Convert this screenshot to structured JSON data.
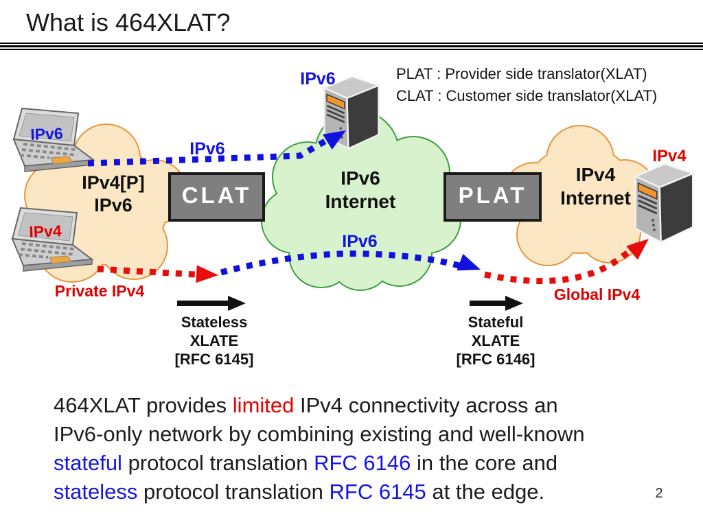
{
  "slide": {
    "title": "What is 464XLAT?",
    "page_number": "2"
  },
  "legend": {
    "line1": "PLAT : Provider side translator(XLAT)",
    "line2": "CLAT : Customer side translator(XLAT)"
  },
  "diagram": {
    "left_cloud": {
      "line1": "IPv4[P]",
      "line2": "IPv6"
    },
    "center_cloud": {
      "line1": "IPv6",
      "line2": "Internet"
    },
    "right_cloud": {
      "line1": "IPv4",
      "line2": "Internet"
    },
    "clat_box_label": "CLAT",
    "plat_box_label": "PLAT",
    "laptop_top_screen_label": "IPv6",
    "laptop_bottom_screen_label": "IPv4",
    "server_top_label": "IPv6",
    "server_right_label": "IPv4",
    "arrow_labels": {
      "top_ipv6": "IPv6",
      "bottom_ipv6": "IPv6",
      "private_ipv4": "Private IPv4",
      "global_ipv4": "Global IPv4"
    },
    "stateless": {
      "line1": "Stateless",
      "line2": "XLATE",
      "line3": "[RFC 6145]"
    },
    "stateful": {
      "line1": "Stateful",
      "line2": "XLATE",
      "line3": "[RFC 6146]"
    }
  },
  "body_text": {
    "lines": [
      [
        {
          "t": "464XLAT provides ",
          "c": "black"
        },
        {
          "t": "limited",
          "c": "red"
        },
        {
          "t": " IPv4 connectivity across an",
          "c": "black"
        }
      ],
      [
        {
          "t": "IPv6-only network by combining existing and well-known",
          "c": "black"
        }
      ],
      [
        {
          "t": "stateful",
          "c": "blue"
        },
        {
          "t": " protocol translation ",
          "c": "black"
        },
        {
          "t": "RFC 6146",
          "c": "blue"
        },
        {
          "t": " in the core and",
          "c": "black"
        }
      ],
      [
        {
          "t": "stateless",
          "c": "blue"
        },
        {
          "t": " protocol translation ",
          "c": "black"
        },
        {
          "t": "RFC 6145",
          "c": "blue"
        },
        {
          "t": " at the edge.",
          "c": "black"
        }
      ]
    ]
  },
  "colors": {
    "accent_blue": "#1414e0",
    "accent_red": "#e00000",
    "cloud_orange_fill": "#fbe7c3",
    "cloud_orange_stroke": "#e8953b",
    "cloud_green_fill": "#d8f2ce",
    "cloud_green_stroke": "#3e9e3e",
    "translator_box_gray": "#7f7f7f"
  }
}
